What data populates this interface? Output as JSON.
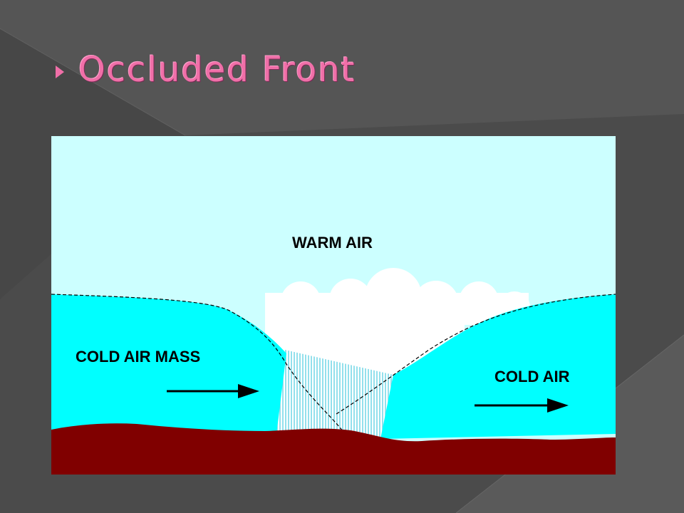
{
  "slide": {
    "title": "Occluded Front"
  },
  "diagram": {
    "labels": {
      "warm_air": "WARM AIR",
      "cold_air_mass": "COLD AIR MASS",
      "cold_air": "COLD AIR"
    },
    "colors": {
      "sky": "#ccffff",
      "cold_air": "#00ffff",
      "ground": "#800000",
      "cloud": "#ffffff",
      "slide_background": "#4a4a4a",
      "title": "#f06fa8"
    }
  }
}
